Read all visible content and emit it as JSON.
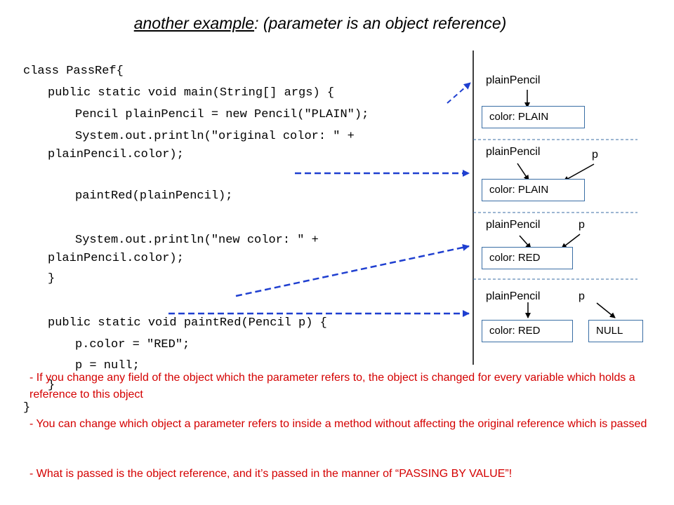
{
  "title_prefix": "another example",
  "title_rest": ": (parameter is an object reference)",
  "code_lines": [
    "class PassRef{",
    "public static void main(String[] args) {",
    "Pencil plainPencil = new Pencil(\"PLAIN\");",
    "System.out.println(\"original color: \" +",
    "plainPencil.color);",
    "paintRed(plainPencil);",
    "System.out.println(\"new color: \" +",
    "plainPencil.color);",
    "}",
    "public static void paintRed(Pencil p) {",
    "p.color = \"RED\";",
    "p = null;",
    "}",
    "}"
  ],
  "panels": [
    {
      "var1": "plainPencil",
      "var2": "",
      "box": "color: PLAIN",
      "extra": ""
    },
    {
      "var1": "plainPencil",
      "var2": "p",
      "box": "color: PLAIN",
      "extra": ""
    },
    {
      "var1": "plainPencil",
      "var2": "p",
      "box": "color: RED",
      "extra": ""
    },
    {
      "var1": "plainPencil",
      "var2": "p",
      "box": "color: RED",
      "extra": "NULL"
    }
  ],
  "notes": [
    "- If you change any field of the object which the parameter refers to, the object is changed for every variable which holds a reference to this object",
    "- You can change which object a parameter refers to inside a method without affecting the original reference which is passed",
    "- What is passed is the object reference, and it’s passed in the manner of “PASSING BY VALUE”!"
  ],
  "colors": {
    "notes": "#d40000",
    "dashed_arrows": "#1f3fd0",
    "box_border": "#3a6ea5"
  }
}
